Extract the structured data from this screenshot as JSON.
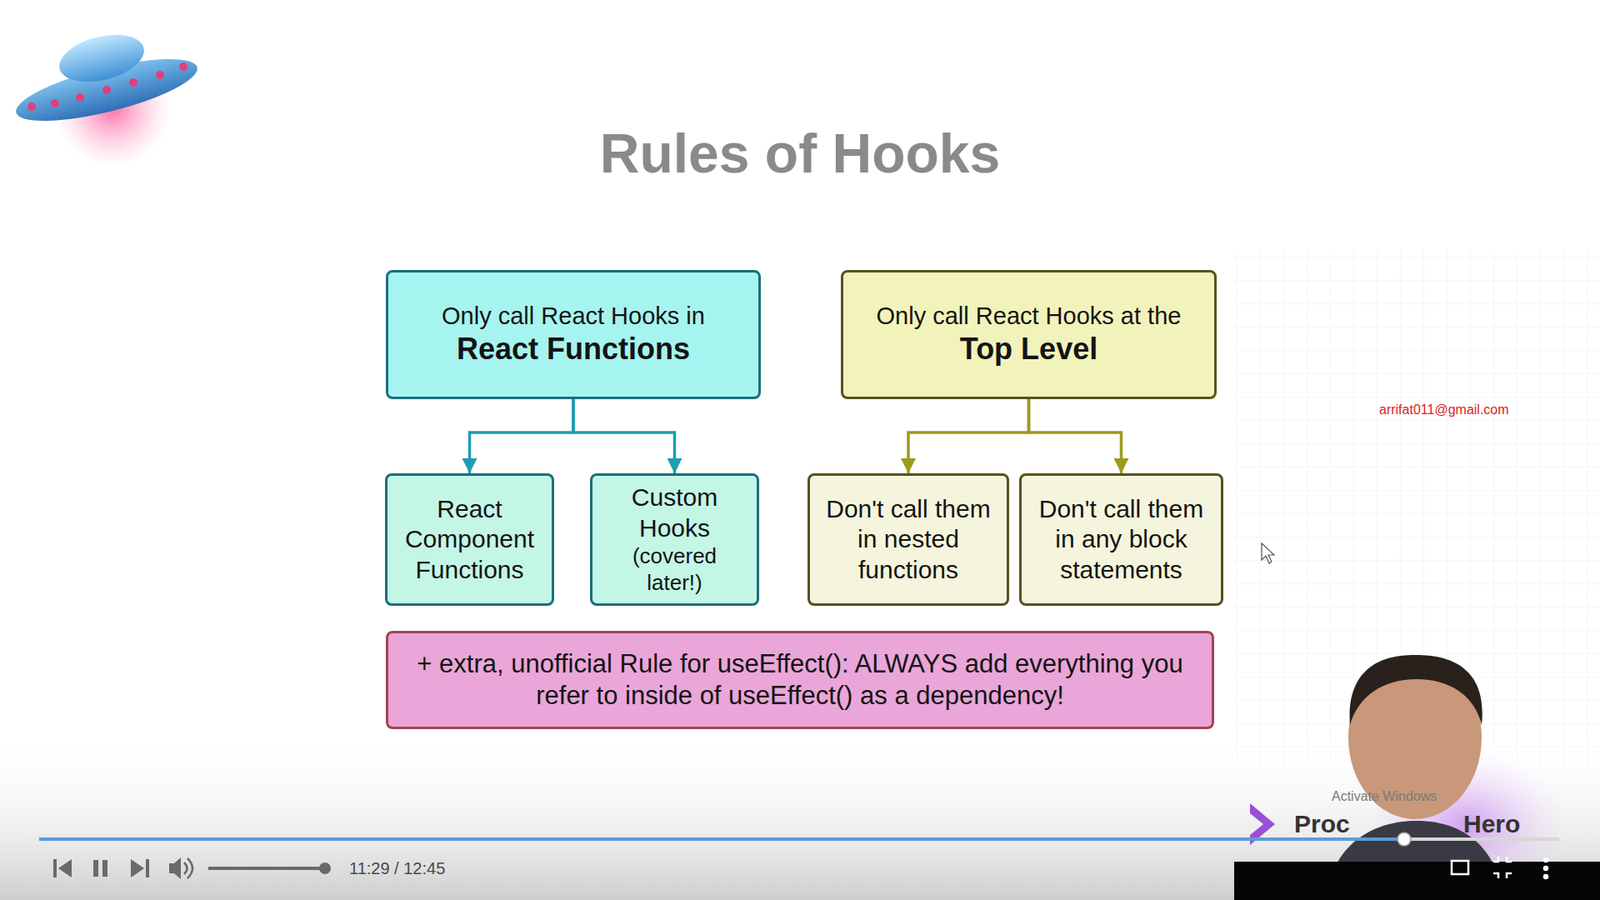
{
  "diagram": {
    "title": "Rules of Hooks",
    "nodes": [
      {
        "text": [
          "Only call React Hooks in",
          "React Functions"
        ]
      },
      {
        "text": [
          "Only call React Hooks at the",
          "Top Level"
        ]
      },
      {
        "text": [
          "React Component Functions"
        ]
      },
      {
        "text": [
          "Custom Hooks",
          "(covered later!)"
        ]
      },
      {
        "text": [
          "Don't call them in nested functions"
        ]
      },
      {
        "text": [
          "Don't call them in any block statements"
        ]
      },
      {
        "text": [
          "+ extra, unofficial Rule for useEffect(): ALWAYS add everything you refer to inside of useEffect() as a dependency!"
        ]
      }
    ],
    "edges": [
      {
        "from": 0,
        "to": 2,
        "arrow": "to"
      },
      {
        "from": 0,
        "to": 3,
        "arrow": "to"
      },
      {
        "from": 1,
        "to": 4,
        "arrow": "to"
      },
      {
        "from": 1,
        "to": 5,
        "arrow": "to"
      }
    ],
    "labels": [
      "arrifat011@gmail.com",
      "11:29 / 12:45",
      "Activate Windows",
      "Proc",
      "Hero"
    ]
  }
}
